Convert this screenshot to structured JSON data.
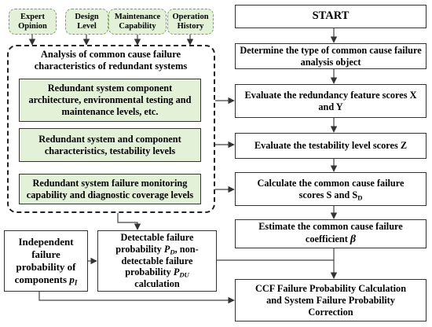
{
  "inputs": [
    {
      "label": "Expert Opinion"
    },
    {
      "label": "Design Level"
    },
    {
      "label": "Maintenance Capability"
    },
    {
      "label": "Operation History"
    }
  ],
  "analysis_group": {
    "title": "Analysis of common cause failure characteristics of redundant systems",
    "items": [
      "Redundant system component architecture, environmental testing and maintenance levels, etc.",
      "Redundant system and component characteristics, testability levels",
      "Redundant system failure monitoring capability and diagnostic coverage levels"
    ]
  },
  "independent_box": {
    "line1": "Independent",
    "line2": "failure",
    "line3": "probability of",
    "line4": "components",
    "symbol": "p",
    "subscript": "I"
  },
  "detectable_box": {
    "line1": "Detectable failure",
    "line2_pre": "probability ",
    "p1": "P",
    "p1_sub": "D",
    "line2_post": ", non-",
    "line3": "detectable failure",
    "line4_pre": "probability ",
    "p2": "P",
    "p2_sub": "DU",
    "line5": "calculation"
  },
  "flow": {
    "start": "START",
    "determine": "Determine the type of common cause failure analysis object",
    "evaluate_xy": "Evaluate the redundancy feature scores X and Y",
    "evaluate_z": "Evaluate the testability level scores Z",
    "calc_s_line1": "Calculate the common cause failure",
    "calc_s_line2": "scores S and S",
    "calc_s_sub": "D",
    "estimate_line1": "Estimate the common cause failure",
    "estimate_line2": "coefficient",
    "estimate_symbol": "β",
    "final": "CCF Failure Probability Calculation and System Failure Probability Correction"
  }
}
